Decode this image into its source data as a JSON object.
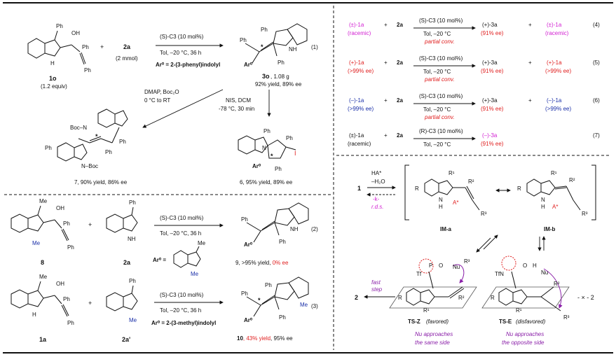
{
  "colors": {
    "red": "#e02020",
    "magenta": "#d21fd2",
    "blue": "#1a2fa8",
    "purple": "#8a1fa8"
  },
  "left": {
    "rxn1": {
      "sub_label": "1o",
      "sub_amt": "(1.2 equiv)",
      "plus": "+",
      "reagent": "2a",
      "reagent_amt": "(2 mmol)",
      "cond_cat": "(S)-C3 (10 mol%)",
      "cond_solv": "Tol, –20 °C, 36 h",
      "cond_ar": "Ar⁰ = 2-(3-phenyl)indolyl",
      "prod_label": "3o",
      "prod_mass": ", 1.08 g",
      "prod_yield": "92% yield, 89% ee",
      "num": "(1)",
      "ph": "Ph",
      "oh": "OH",
      "nh": "NH",
      "h": "H",
      "n": "N",
      "star": "*",
      "ar0": "Ar⁰"
    },
    "deriv": {
      "cond_a1": "DMAP, Boc₂O",
      "cond_a2": "0 °C to RT",
      "cond_b1": "NIS, DCM",
      "cond_b2": "-78 °C, 30 min",
      "prod7": "7, 90% yield, 86% ee",
      "prod6": "6, 95% yield, 89% ee",
      "boc": "N–Boc",
      "boc2": "Boc–N",
      "iodo": "I"
    },
    "rxn2": {
      "sub_label": "8",
      "reagent": "2a",
      "cond_cat": "(S)-C3 (10 mol%)",
      "cond_solv": "Tol, –20 °C, 36 h",
      "ar_def": "Ar⁰ =",
      "me": "Me",
      "prod_yield_a": "9, >95% yield, ",
      "prod_yield_b": "0% ee",
      "num": "(2)"
    },
    "rxn3": {
      "sub_label": "1a",
      "reagent": "2a'",
      "cond_cat": "(S)-C3 (10 mol%)",
      "cond_solv": "Tol, –20 °C, 36 h",
      "cond_ar": "Ar⁰ = 2-(3-methyl)indolyl",
      "prod_a": "10",
      "prod_b": ", 43% yield",
      "prod_c": ", 95% ee",
      "num": "(3)"
    }
  },
  "kr": [
    {
      "sub": "(±)-1a",
      "sub_note": "(racemic)",
      "cond": "(S)-C3 (10 mol%)",
      "solv": "Tol, –20 °C",
      "extra": "partial conv.",
      "prod": "(+)-3a",
      "prod_ee": "(91% ee)",
      "rec": "(±)-1a",
      "rec_note": "(racemic)",
      "num": "(4)"
    },
    {
      "sub": "(+)-1a",
      "sub_note": "(>99% ee)",
      "cond": "(S)-C3 (10 mol%)",
      "solv": "Tol, –20 °C",
      "extra": "partial conv.",
      "prod": "(+)-3a",
      "prod_ee": "(91% ee)",
      "rec": "(+)-1a",
      "rec_note": "(>99% ee)",
      "num": "(5)"
    },
    {
      "sub": "(–)-1a",
      "sub_note": "(>99% ee)",
      "cond": "(S)-C3 (10 mol%)",
      "solv": "Tol, –20 °C",
      "extra": "partial conv.",
      "prod": "(+)-3a",
      "prod_ee": "(91% ee)",
      "rec": "(–)-1a",
      "rec_note": "(>99% ee)",
      "num": "(6)"
    },
    {
      "sub": "(±)-1a",
      "sub_note": "(racemic)",
      "cond": "(R)-C3 (10 mol%)",
      "solv": "Tol, –20 °C",
      "extra": "",
      "prod": "(–)-3a",
      "prod_ee": "(91% ee)",
      "num": "(7)"
    }
  ],
  "kr_common": {
    "reagent": "2a",
    "plus": "+"
  },
  "mech": {
    "start": "1",
    "ha": "HA*",
    "h2o": "–H₂O",
    "k": "-k-",
    "rds": "r.d.s.",
    "r": "R",
    "r1": "R¹",
    "r2": "R²",
    "r3": "R³",
    "a": "A*",
    "h": "H",
    "n": "N",
    "im_a": "IM-a",
    "im_b": "IM-b",
    "tf": "Tf",
    "o": "O",
    "p": "P",
    "nu": "Nu",
    "tfn": "TfN",
    "fast": "fast",
    "step": "step",
    "prod": "2",
    "ts_z": "TS-Z",
    "fav": "(favored)",
    "ts_e": "TS-E",
    "disfav": "(disfavored)",
    "note_z1": "Nu approaches",
    "note_z2": "the same side",
    "note_e1": "Nu approaches",
    "note_e2": "the opposite side",
    "cross": "- × - 2"
  }
}
